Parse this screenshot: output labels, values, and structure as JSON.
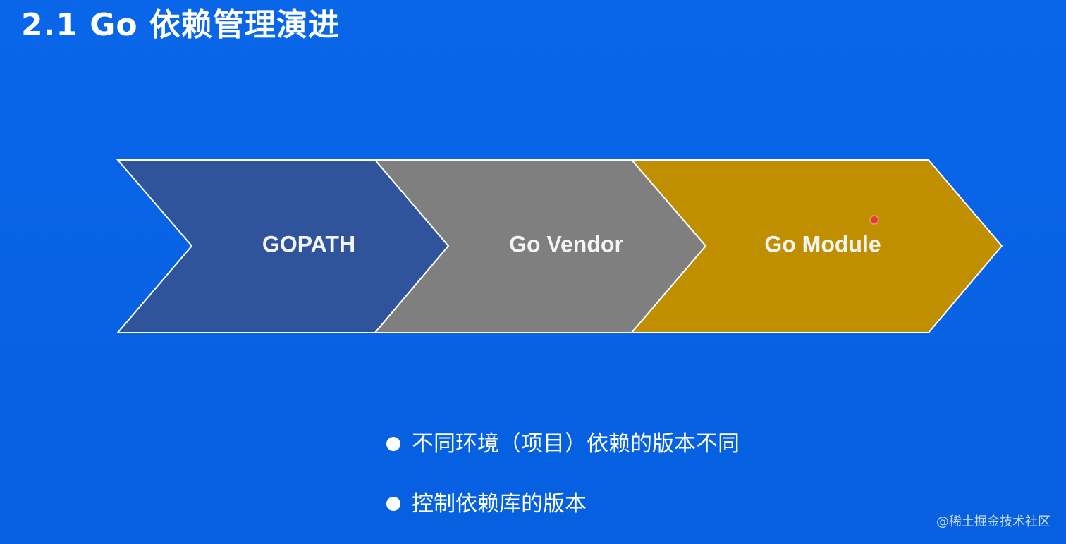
{
  "slide": {
    "title": "2.1 Go 依赖管理演进"
  },
  "stages": [
    {
      "label": "GOPATH",
      "color": "#30549c"
    },
    {
      "label": "Go Vendor",
      "color": "#7f7f7f"
    },
    {
      "label": "Go Module",
      "color": "#bf8f00"
    }
  ],
  "bullets": [
    "不同环境（项目）依赖的版本不同",
    "控制依赖库的版本"
  ],
  "watermark": "@稀土掘金技术社区",
  "colors": {
    "background": "#0863e6",
    "chevron_outline": "#ffffff"
  },
  "icons": {
    "bullet": "bullet-dot",
    "pointer": "cursor-dot"
  }
}
